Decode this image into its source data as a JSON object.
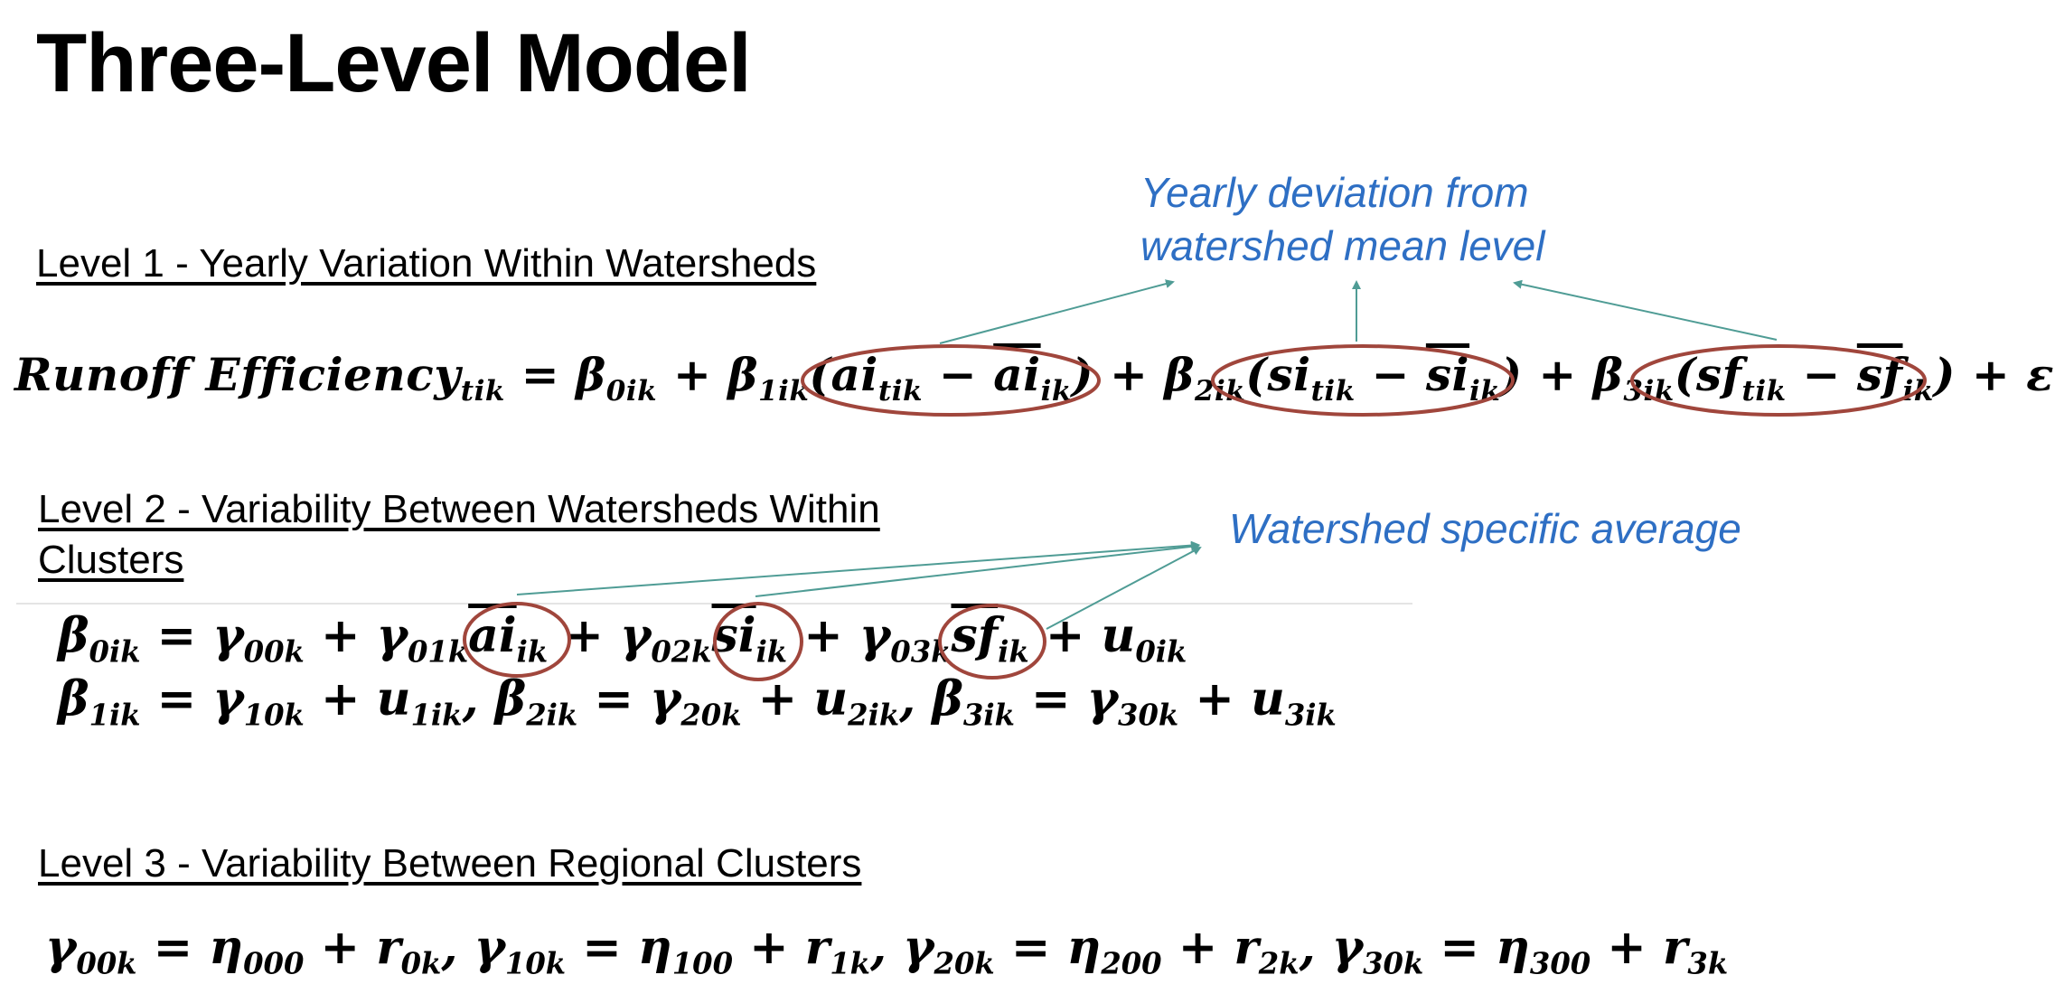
{
  "slide": {
    "title": "Three-Level Model",
    "level1": {
      "heading": "Level 1 - Yearly Variation Within Watersheds",
      "note_line1": "Yearly deviation from",
      "note_line2": "watershed mean level"
    },
    "level2": {
      "heading_line1": "Level 2 - Variability Between Watersheds Within",
      "heading_line2": "Clusters",
      "note": "Watershed specific average"
    },
    "level3": {
      "heading": "Level 3 - Variability Between Regional Clusters"
    }
  },
  "colors": {
    "accent_note": "#2e6fc4",
    "highlight_ellipse": "#a0463c",
    "arrow": "#4f9c95"
  }
}
